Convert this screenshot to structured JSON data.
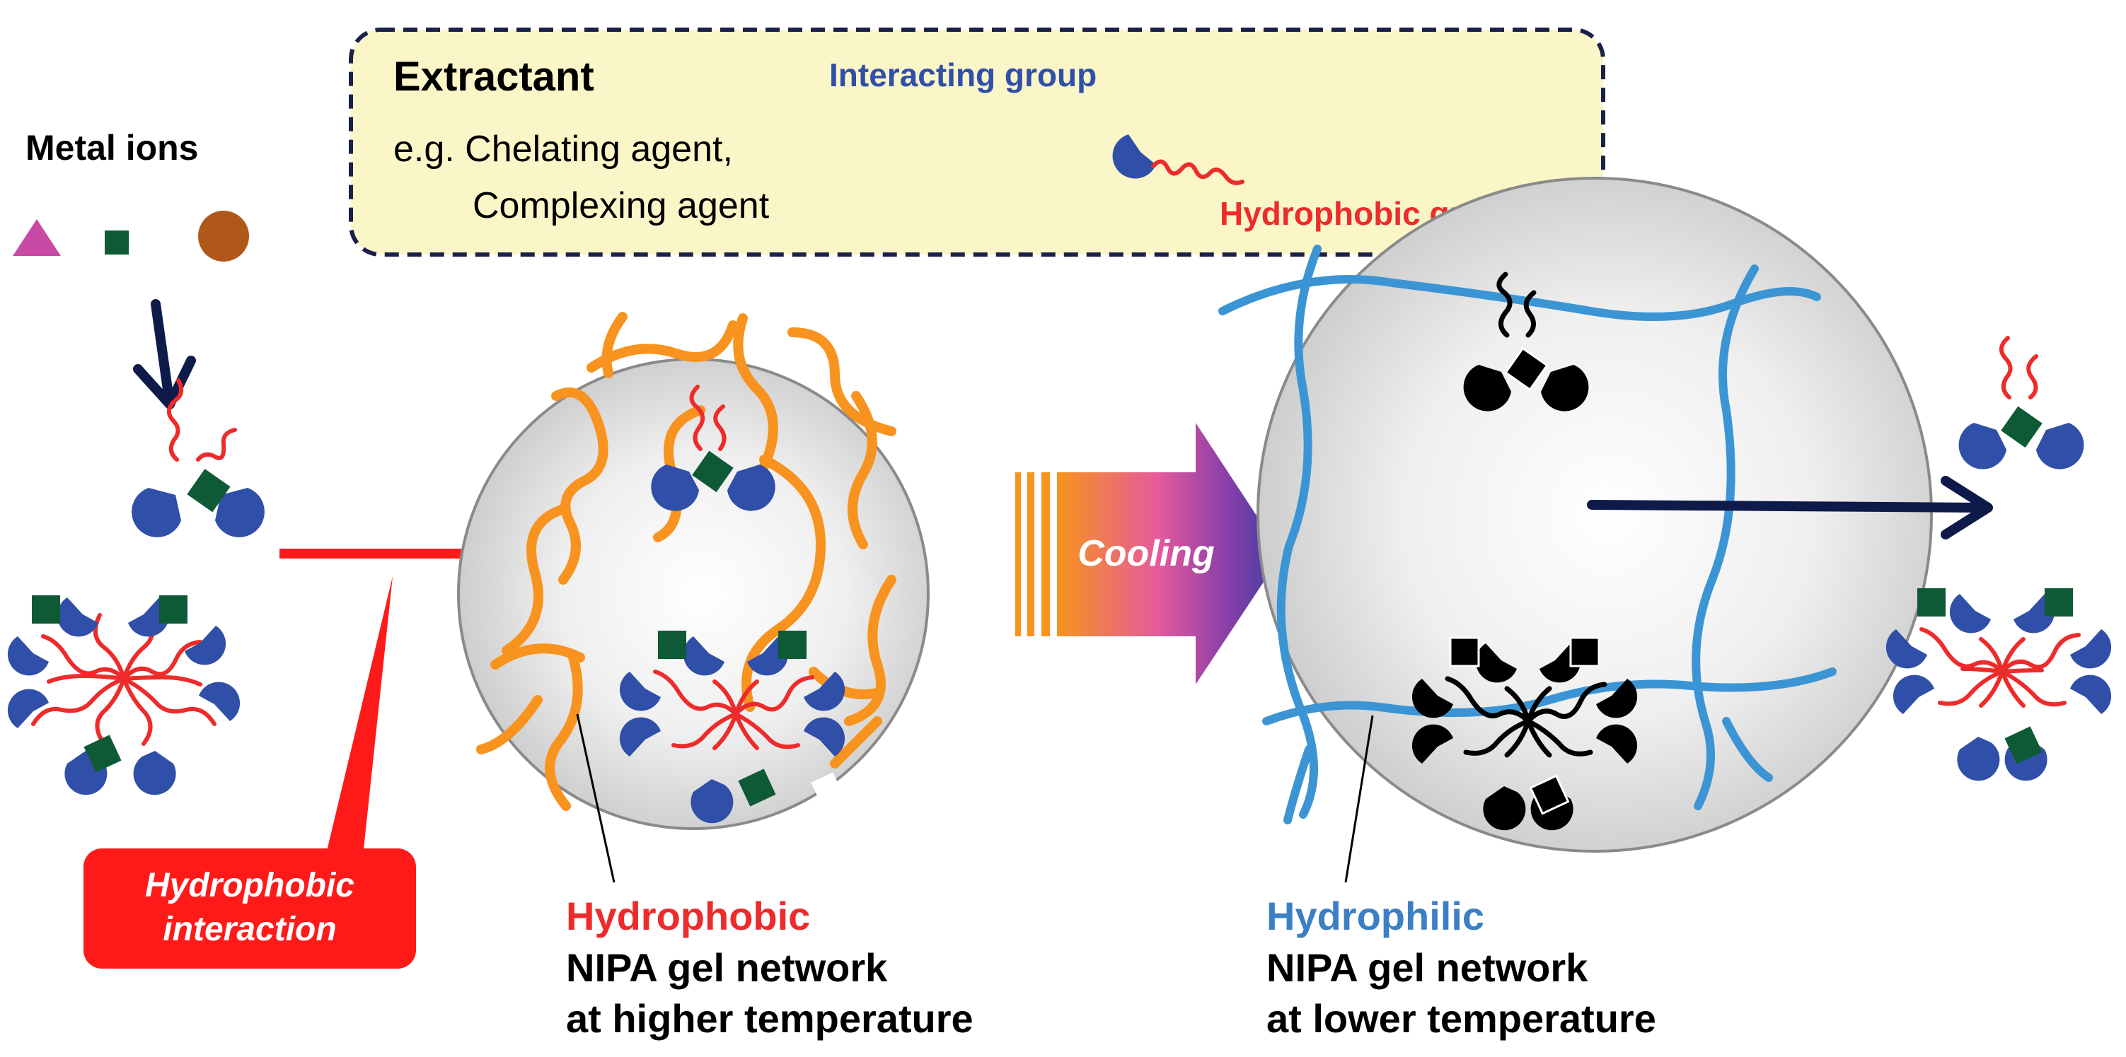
{
  "extractant_box": {
    "title": "Extractant",
    "example_line1": "e.g. Chelating agent,",
    "example_line2": "Complexing agent",
    "interacting_group": "Interacting group",
    "hydrophobic_group": "Hydrophobic group"
  },
  "metal_ions_label": "Metal ions",
  "hydrophobic_interaction_line1": "Hydrophobic",
  "hydrophobic_interaction_line2": "interaction",
  "cooling_label": "Cooling",
  "left_gel": {
    "state": "Hydrophobic",
    "line2": "NIPA gel network",
    "line3": "at higher temperature"
  },
  "right_gel": {
    "state": "Hydrophilic",
    "line2": "NIPA gel network",
    "line3": "at lower temperature"
  },
  "colors": {
    "box_fill": "#fbf6c8",
    "interacting_blue": "#2f4fa8",
    "hydrophobic_red": "#ee2b2b",
    "metal_green": "#0f5a36",
    "metal_triangle": "#c84aa4",
    "metal_circle": "#b0571a",
    "orange_network": "#f7931e",
    "blue_network": "#3b95d4",
    "navy_arrow": "#0d1a4a",
    "red_arrow": "#ff1a1a"
  }
}
